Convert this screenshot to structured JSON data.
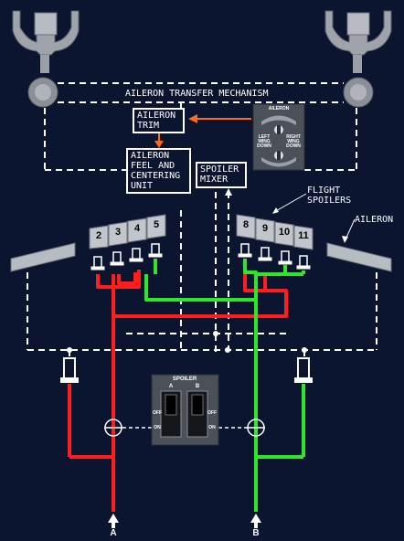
{
  "labels": {
    "transfer_mechanism": "AILERON TRANSFER MECHANISM",
    "aileron_trim": "AILERON\nTRIM",
    "feel_unit": "AILERON\nFEEL AND\nCENTERING\nUNIT",
    "spoiler_mixer": "SPOILER\nMIXER",
    "flight_spoilers": "FLIGHT\nSPOILERS",
    "aileron": "AILERON"
  },
  "trim_panel": {
    "title": "AILERON",
    "left": "LEFT\nWING\nDOWN",
    "right": "RIGHT\nWING\nDOWN"
  },
  "spoiler_panel": {
    "title": "SPOILER",
    "a": "A",
    "b": "B",
    "off": "OFF",
    "on": "ON"
  },
  "spoilers_left": [
    "2",
    "3",
    "4",
    "5"
  ],
  "spoilers_right": [
    "8",
    "9",
    "10",
    "11"
  ],
  "systems": {
    "a": "A",
    "b": "B"
  },
  "colors": {
    "background": "#0b1530",
    "system_a": "#ff1e1e",
    "system_b": "#2ee62e",
    "trim_arrow": "#ff6a1a",
    "line": "#ffffff"
  }
}
